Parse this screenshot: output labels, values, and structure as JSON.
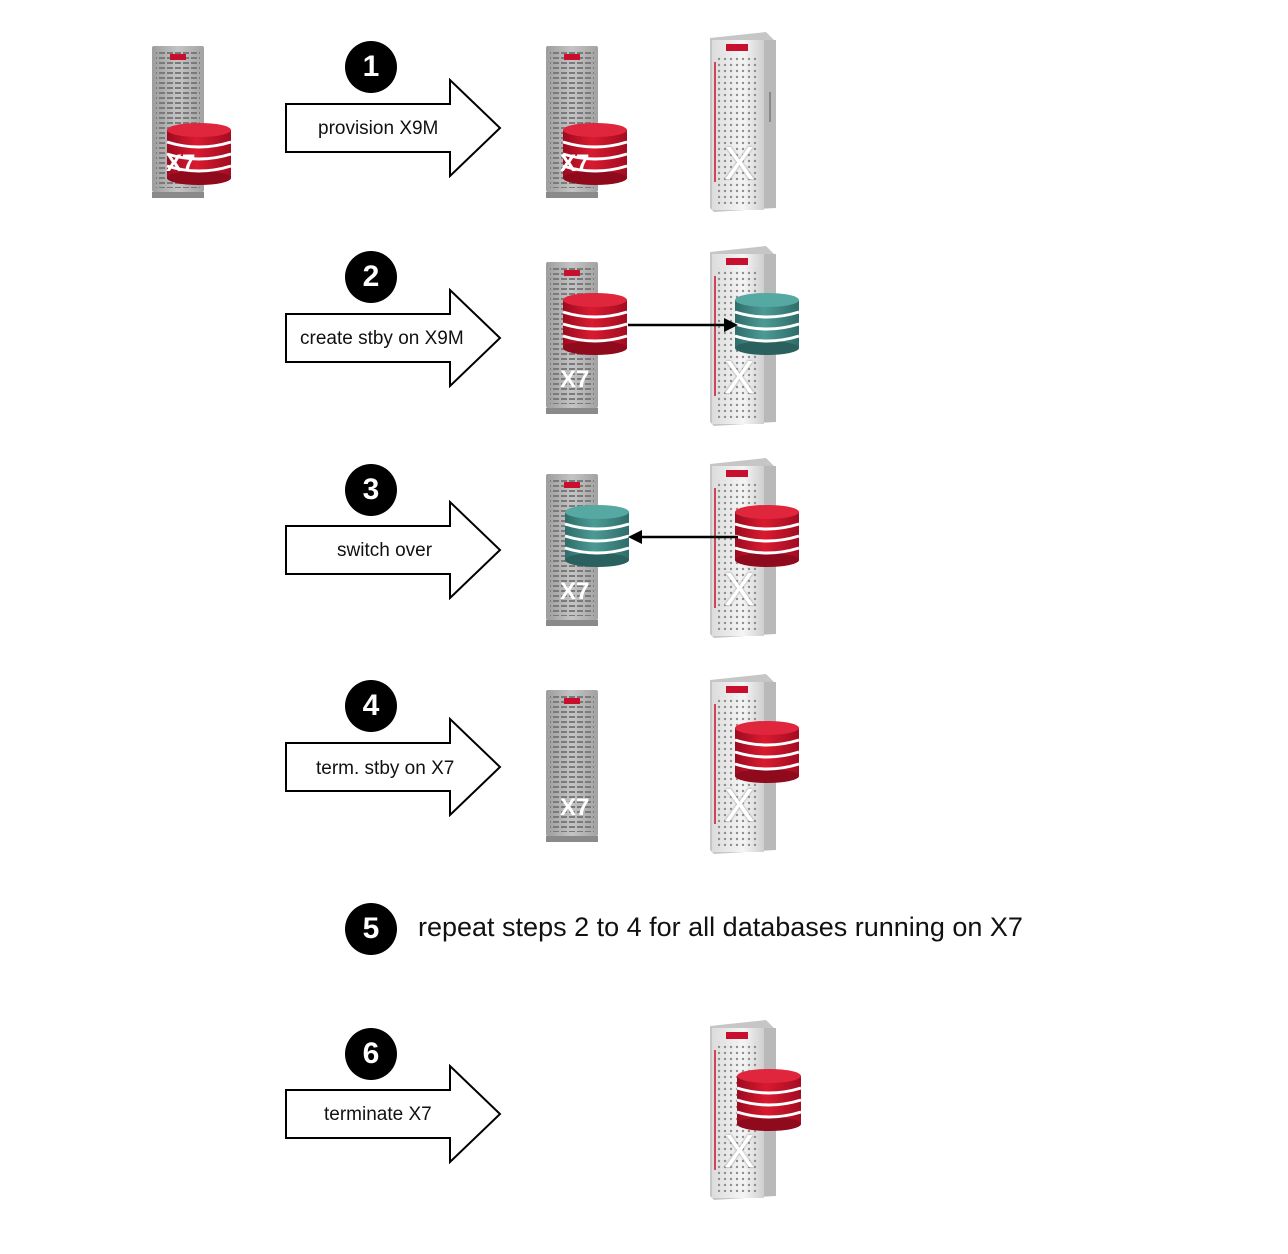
{
  "steps": [
    {
      "number": "1",
      "label": "provision X9M"
    },
    {
      "number": "2",
      "label": "create stby on X9M"
    },
    {
      "number": "3",
      "label": "switch over"
    },
    {
      "number": "4",
      "label": "term. stby on X7"
    },
    {
      "number": "5",
      "label": "repeat steps 2 to 4 for all databases running on X7"
    },
    {
      "number": "6",
      "label": "terminate X7"
    }
  ],
  "legend": {
    "old_server_label": "X7",
    "new_server_label": "X"
  },
  "colors": {
    "primary_db": "#c8102e",
    "standby_db": "#3f8784",
    "old_server": "#b5b5b5",
    "new_server": "#e8e8e8"
  }
}
